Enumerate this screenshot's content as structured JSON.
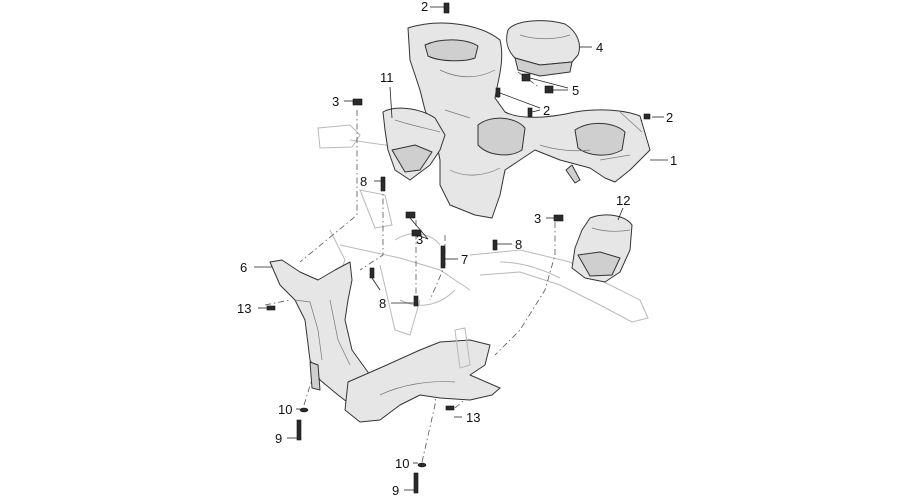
{
  "callouts": [
    {
      "id": "c1",
      "label": "1"
    },
    {
      "id": "c2a",
      "label": "2"
    },
    {
      "id": "c2b",
      "label": "2"
    },
    {
      "id": "c2c",
      "label": "2"
    },
    {
      "id": "c3a",
      "label": "3"
    },
    {
      "id": "c3b",
      "label": "3"
    },
    {
      "id": "c3c",
      "label": "3"
    },
    {
      "id": "c4",
      "label": "4"
    },
    {
      "id": "c5",
      "label": "5"
    },
    {
      "id": "c6",
      "label": "6"
    },
    {
      "id": "c7",
      "label": "7"
    },
    {
      "id": "c8a",
      "label": "8"
    },
    {
      "id": "c8b",
      "label": "8"
    },
    {
      "id": "c8c",
      "label": "8"
    },
    {
      "id": "c9a",
      "label": "9"
    },
    {
      "id": "c9b",
      "label": "9"
    },
    {
      "id": "c10a",
      "label": "10"
    },
    {
      "id": "c10b",
      "label": "10"
    },
    {
      "id": "c11",
      "label": "11"
    },
    {
      "id": "c12",
      "label": "12"
    },
    {
      "id": "c13a",
      "label": "13"
    },
    {
      "id": "c13b",
      "label": "13"
    }
  ]
}
